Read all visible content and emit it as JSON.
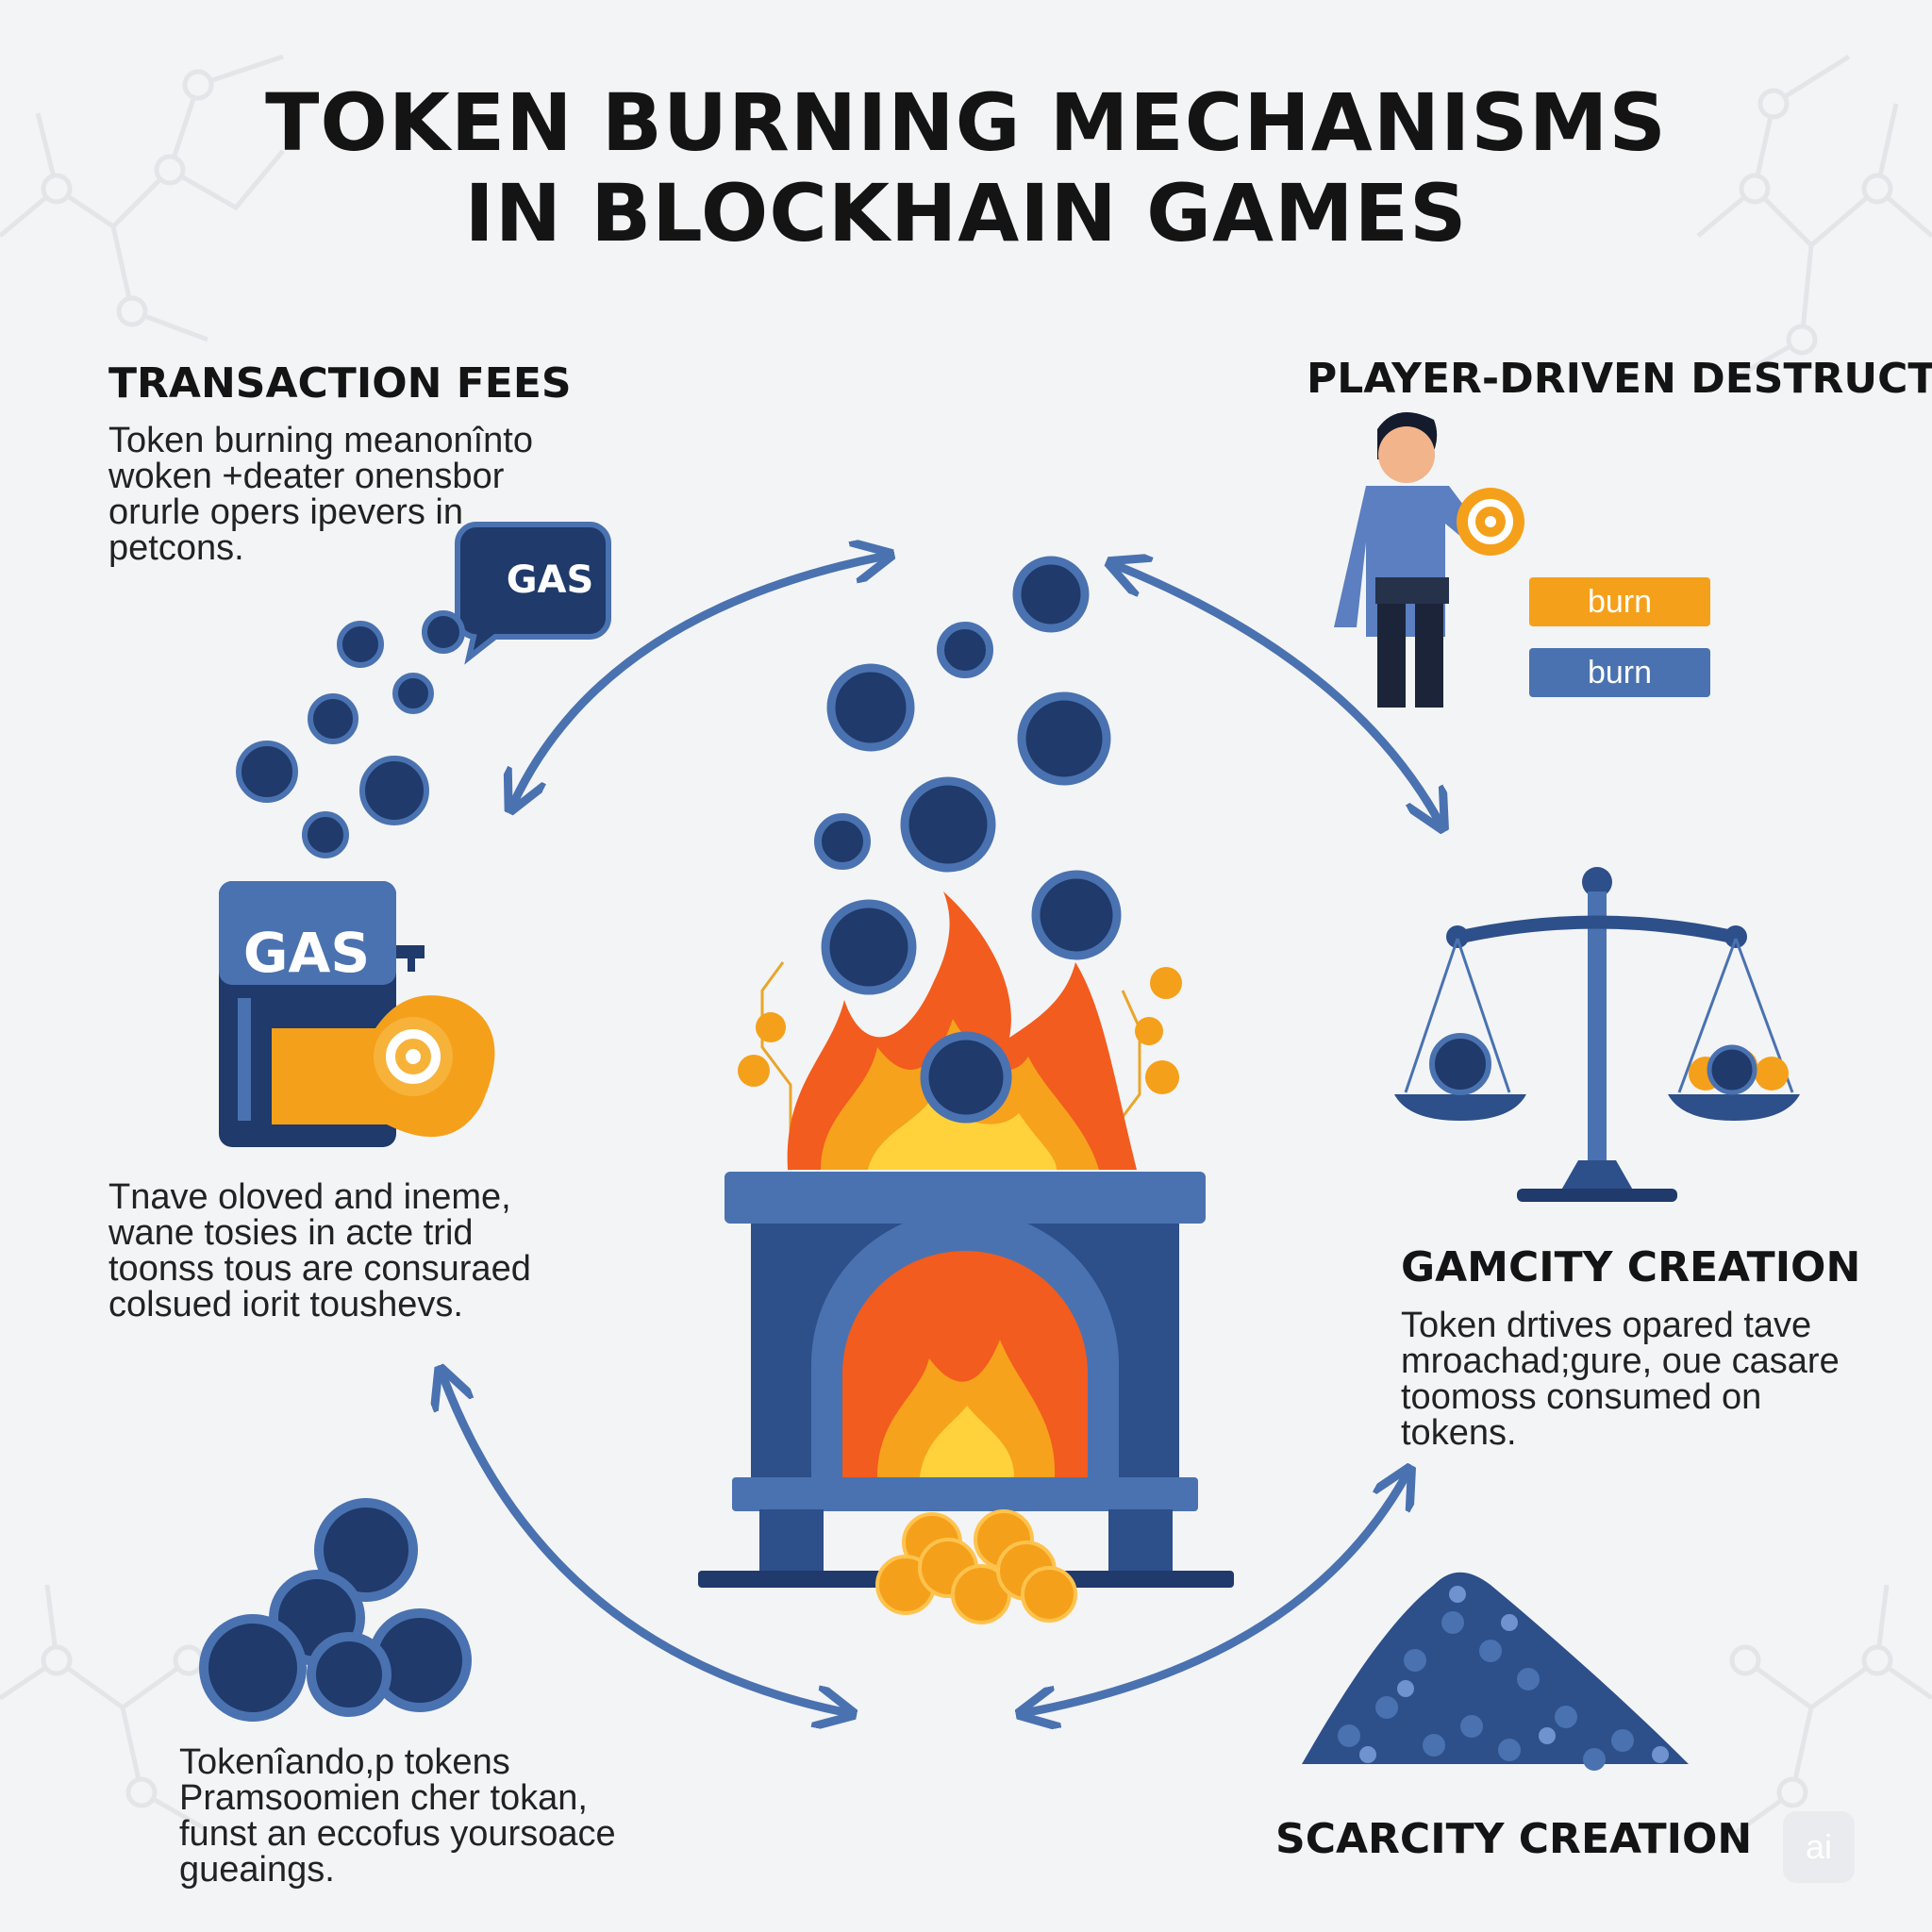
{
  "title": {
    "line1": "TOKEN BURNING MECHANISMS",
    "line2": "IN BLOCKHAIN GAMES"
  },
  "transaction_fees": {
    "heading": "TRANSACTION FEES",
    "lines": [
      "Token burning meanonînto",
      "woken +deater onensbor",
      "orurle opers ipevers in",
      "petcons."
    ],
    "gas_bubble": "GAS",
    "gas_pump": "GAS"
  },
  "left_middle_text": {
    "lines": [
      "Tnave oloved and ineme,",
      "wane tosies in acte trid",
      "toonss tous are consuraed",
      "colsued iorit toushevs."
    ]
  },
  "bottom_left_text": {
    "lines": [
      "Tokenîando,p tokens",
      "Pramsoomien cher tokan,",
      "funst an eccofus yoursoace",
      "gueaings."
    ]
  },
  "player_driven": {
    "heading": "PLAYER-DRIVEN DESTRUCTION",
    "burn_button_primary": "burn",
    "burn_button_secondary": "burn"
  },
  "gamcity": {
    "heading": "GAMCITY CREATION",
    "lines": [
      "Token drtives opared tave",
      "mroachad;gure, oue casare",
      "toomoss consumed on",
      "tokens."
    ]
  },
  "scarcity": {
    "heading": "SCARCITY CREATION"
  },
  "watermark": "ai",
  "colors": {
    "blue": "#4a72b0",
    "navy": "#1f3a6b",
    "orange": "#f5a01a",
    "flame": "#f25c1e"
  }
}
